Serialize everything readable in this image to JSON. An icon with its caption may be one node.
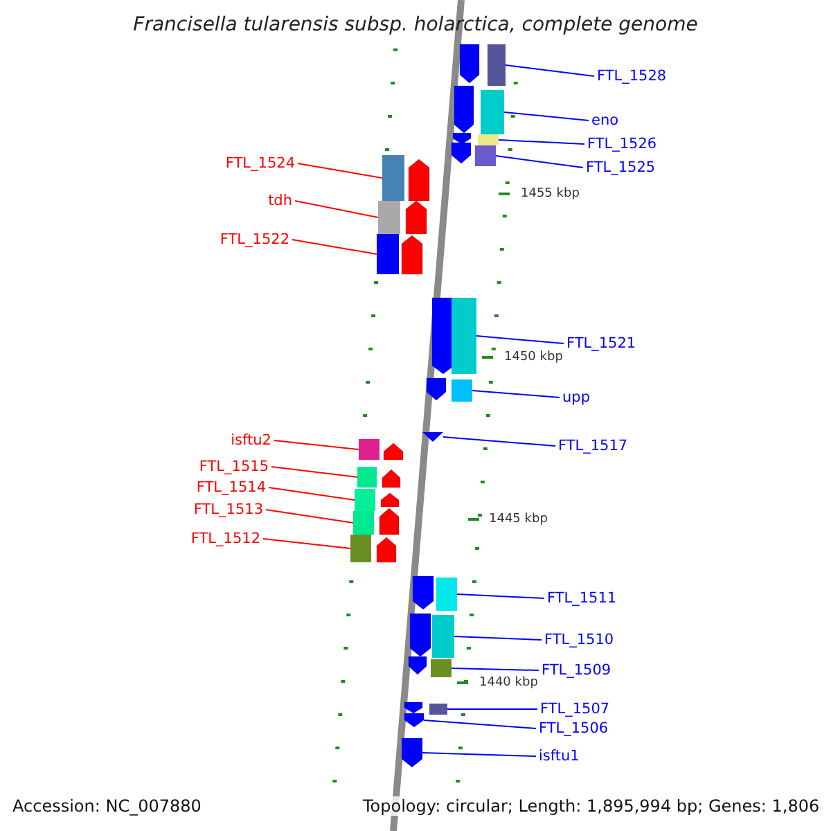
{
  "diagram": {
    "title": "Francisella tularensis subsp. holarctica, complete genome",
    "nodes": [
      {
        "text": [
          "FTL_1528"
        ]
      },
      {
        "text": [],
        "shape": "box"
      },
      {
        "text": [
          "eno"
        ]
      },
      {
        "text": [],
        "shape": "box"
      },
      {
        "text": [
          "FTL_1526"
        ]
      },
      {
        "text": [],
        "shape": "box"
      },
      {
        "text": [
          "FTL_1525"
        ]
      },
      {
        "text": [],
        "shape": "box"
      },
      {
        "text": [
          "FTL_1524"
        ]
      },
      {
        "text": [],
        "shape": "box"
      },
      {
        "text": [
          "tdh"
        ]
      },
      {
        "text": [],
        "shape": "box"
      },
      {
        "text": [
          "FTL_1522"
        ]
      },
      {
        "text": [],
        "shape": "box"
      },
      {
        "text": [
          "FTL_1521"
        ]
      },
      {
        "text": [],
        "shape": "box"
      },
      {
        "text": [
          "upp"
        ]
      },
      {
        "text": [],
        "shape": "box"
      },
      {
        "text": [
          "FTL_1517"
        ]
      },
      {
        "text": [],
        "shape": "triangle"
      },
      {
        "text": [
          "isftu2"
        ]
      },
      {
        "text": [],
        "shape": "box"
      },
      {
        "text": [
          "FTL_1515"
        ]
      },
      {
        "text": [],
        "shape": "box"
      },
      {
        "text": [
          "FTL_1514"
        ]
      },
      {
        "text": [],
        "shape": "box"
      },
      {
        "text": [
          "FTL_1513"
        ]
      },
      {
        "text": [],
        "shape": "box"
      },
      {
        "text": [
          "FTL_1512"
        ]
      },
      {
        "text": [],
        "shape": "box"
      },
      {
        "text": [
          "FTL_1511"
        ]
      },
      {
        "text": [],
        "shape": "box"
      },
      {
        "text": [
          "FTL_1510"
        ]
      },
      {
        "text": [],
        "shape": "box"
      },
      {
        "text": [
          "FTL_1509"
        ]
      },
      {
        "text": [],
        "shape": "box"
      },
      {
        "text": [
          "FTL_1507"
        ]
      },
      {
        "text": [],
        "shape": "box"
      },
      {
        "text": [
          "FTL_1506"
        ]
      },
      {
        "text": [],
        "shape": "arrow"
      },
      {
        "text": [
          "isftu1"
        ]
      },
      {
        "text": [],
        "shape": "arrow"
      }
    ],
    "edges": [
      {
        "from": 0,
        "to": 1,
        "arrow": "none"
      },
      {
        "from": 2,
        "to": 3,
        "arrow": "none"
      },
      {
        "from": 4,
        "to": 5,
        "arrow": "none"
      },
      {
        "from": 6,
        "to": 7,
        "arrow": "none"
      },
      {
        "from": 8,
        "to": 9,
        "arrow": "none",
        "color": "#ff0000"
      },
      {
        "from": 10,
        "to": 11,
        "arrow": "none",
        "color": "#ff0000"
      },
      {
        "from": 12,
        "to": 13,
        "arrow": "none",
        "color": "#ff0000"
      },
      {
        "from": 14,
        "to": 15,
        "arrow": "none"
      },
      {
        "from": 16,
        "to": 17,
        "arrow": "none"
      },
      {
        "from": 18,
        "to": 19,
        "arrow": "none"
      },
      {
        "from": 20,
        "to": 21,
        "arrow": "none",
        "color": "#ff0000"
      },
      {
        "from": 22,
        "to": 23,
        "arrow": "none",
        "color": "#ff0000"
      },
      {
        "from": 24,
        "to": 25,
        "arrow": "none",
        "color": "#ff0000"
      },
      {
        "from": 26,
        "to": 27,
        "arrow": "none",
        "color": "#ff0000"
      },
      {
        "from": 28,
        "to": 29,
        "arrow": "none",
        "color": "#ff0000"
      },
      {
        "from": 30,
        "to": 31,
        "arrow": "none"
      },
      {
        "from": 32,
        "to": 33,
        "arrow": "none"
      },
      {
        "from": 34,
        "to": 35,
        "arrow": "none"
      },
      {
        "from": 36,
        "to": 37,
        "arrow": "none"
      },
      {
        "from": 38,
        "to": 39,
        "arrow": "none"
      },
      {
        "from": 40,
        "to": 41,
        "arrow": "none"
      }
    ],
    "labels": [
      "1455 kbp",
      "1450 kbp",
      "1445 kbp",
      "1440 kbp",
      "Accession: NC_007880",
      "Topology: circular; Length: 1,895,994 bp; Genes: 1,806"
    ]
  }
}
